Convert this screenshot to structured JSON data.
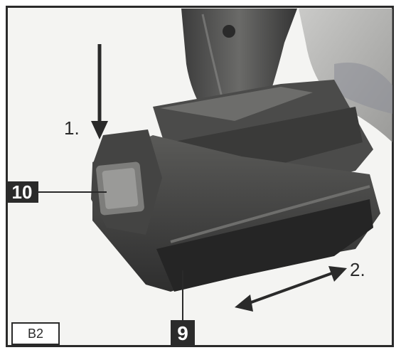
{
  "figure": {
    "id": "B2",
    "callouts": {
      "release_button": "10",
      "battery_pack": "9"
    },
    "steps": {
      "press": "1.",
      "slide": "2."
    }
  }
}
